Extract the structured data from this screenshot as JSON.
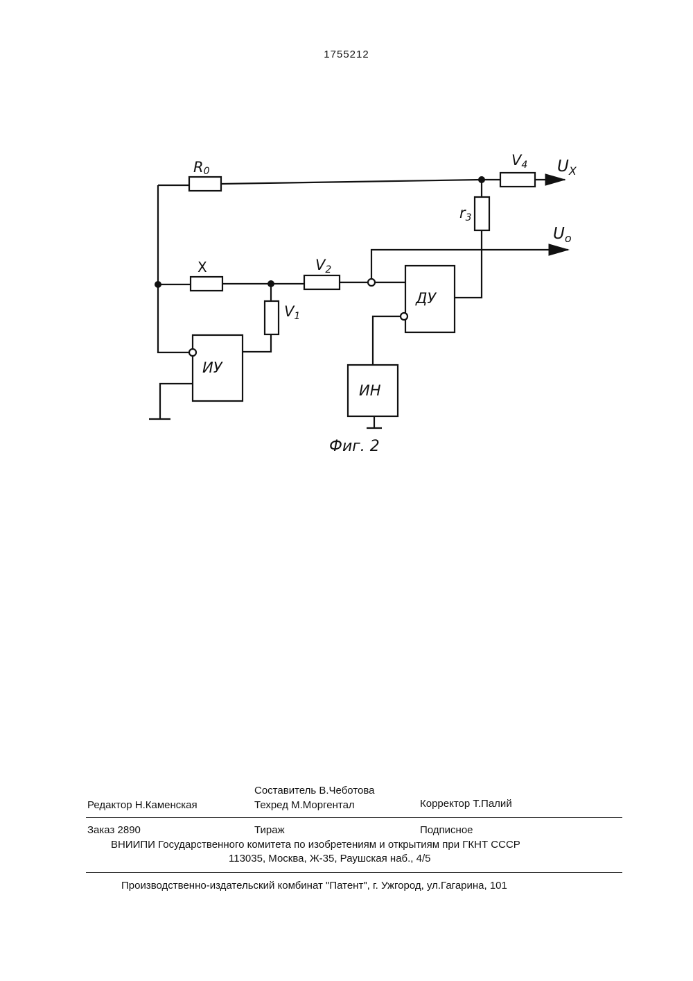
{
  "document": {
    "patent_number": "1755212"
  },
  "figure": {
    "caption": "Фиг. 2",
    "labels": {
      "r0": "R",
      "r0_sub": "0",
      "x": "X",
      "v1": "V",
      "v1_sub": "1",
      "v2": "V",
      "v2_sub": "2",
      "r3": "r",
      "r3_sub": "3",
      "v4": "V",
      "v4_sub": "4",
      "ux": "U",
      "ux_sub": "X",
      "uo": "U",
      "uo_sub": "o",
      "iu": "ИУ",
      "du": "ДУ",
      "in": "ИН"
    }
  },
  "colophon": {
    "compiler": "Составитель  В.Чеботова",
    "editor": "Редактор  Н.Каменская",
    "techred": "Техред М.Моргентал",
    "corrector": "Корректор  Т.Палий",
    "order": "Заказ 2890",
    "circulation": "Тираж",
    "subscription": "Подписное",
    "institute": "ВНИИПИ Государственного комитета по изобретениям и открытиям при ГКНТ СССР",
    "address": "113035, Москва, Ж-35, Раушская наб., 4/5",
    "publisher": "Производственно-издательский комбинат \"Патент\", г. Ужгород, ул.Гагарина, 101"
  }
}
